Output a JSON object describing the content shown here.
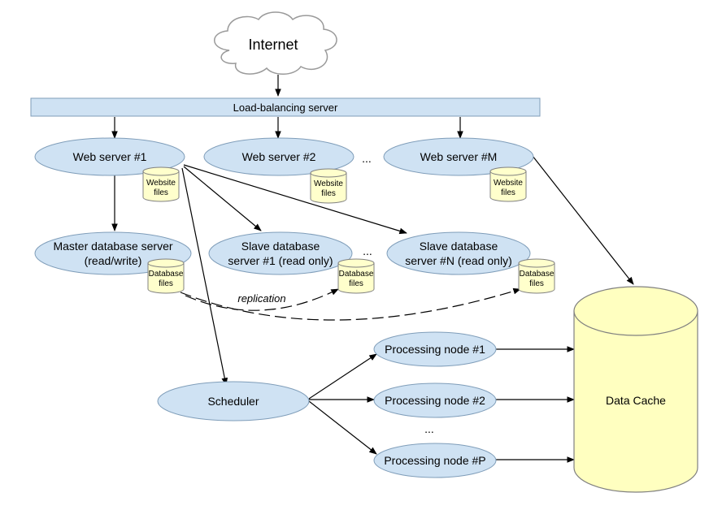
{
  "diagram": {
    "internet": "Internet",
    "load_balancer": "Load-balancing server",
    "web_server_1": "Web server #1",
    "web_server_2": "Web server #2",
    "web_server_m": "Web server #M",
    "web_ellipsis": "...",
    "website_files_line1": "Website",
    "website_files_line2": "files",
    "master_db_line1": "Master database server",
    "master_db_line2": "(read/write)",
    "slave_1_line1": "Slave database",
    "slave_1_line2": "server #1 (read only)",
    "slave_n_line1": "Slave database",
    "slave_n_line2": "server #N (read only)",
    "slave_ellipsis": "...",
    "database_files_line1": "Database",
    "database_files_line2": "files",
    "replication": "replication",
    "scheduler": "Scheduler",
    "processing_node_1": "Processing node #1",
    "processing_node_2": "Processing node #2",
    "processing_node_p": "Processing node #P",
    "processing_ellipsis": "...",
    "data_cache": "Data Cache"
  },
  "colors": {
    "node_fill": "#cfe2f3",
    "node_stroke": "#7f9db9",
    "files_fill": "#ffffcc",
    "files_stroke": "#808080",
    "cache_fill": "#ffffc0",
    "cloud_fill": "#ffffff",
    "arrow": "#000000"
  }
}
